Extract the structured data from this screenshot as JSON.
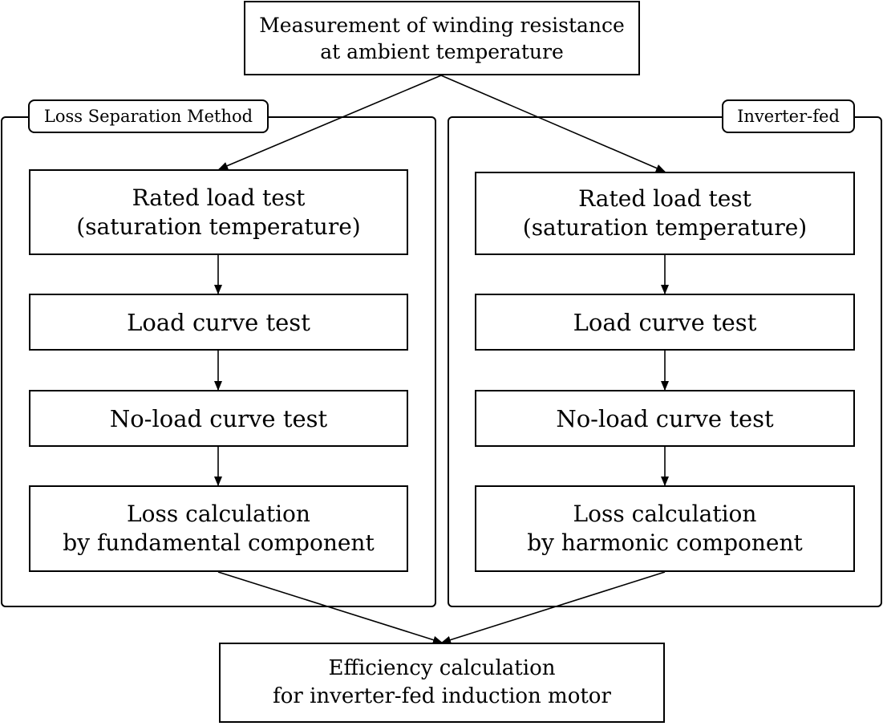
{
  "diagram": {
    "top": {
      "line1": "Measurement of winding resistance",
      "line2": "at ambient temperature"
    },
    "left_panel": {
      "label": "Loss Separation Method",
      "steps": {
        "rated_line1": "Rated load test",
        "rated_line2": "(saturation temperature)",
        "load_curve": "Load curve test",
        "no_load": "No-load curve test",
        "loss_line1": "Loss calculation",
        "loss_line2": "by fundamental component"
      }
    },
    "right_panel": {
      "label": "Inverter-fed",
      "steps": {
        "rated_line1": "Rated load test",
        "rated_line2": "(saturation temperature)",
        "load_curve": "Load curve test",
        "no_load": "No-load curve test",
        "loss_line1": "Loss calculation",
        "loss_line2": "by harmonic component"
      }
    },
    "bottom": {
      "line1": "Efficiency calculation",
      "line2": "for inverter-fed induction motor"
    }
  }
}
